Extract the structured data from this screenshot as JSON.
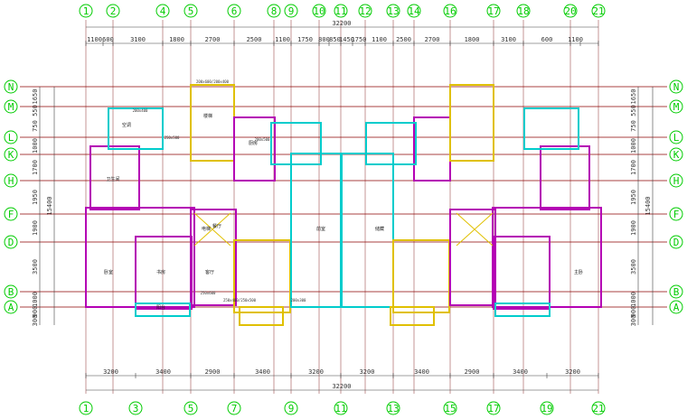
{
  "colors": {
    "grid_axis": "#00cc00",
    "grid_line_primary": "#8b0000",
    "grid_line_vertical": "#a05050",
    "wall_magenta": "#b400b4",
    "wall_cyan": "#00cccc",
    "wall_yellow": "#e0c000",
    "dimension_line": "#404040",
    "furniture": "#333333",
    "beam_tag": "#ff00ff"
  },
  "top_axes": [
    "1",
    "2",
    "4",
    "5",
    "6",
    "8",
    "9",
    "10",
    "11",
    "12",
    "13",
    "14",
    "16",
    "17",
    "18",
    "20",
    "21"
  ],
  "bottom_axes": [
    "1",
    "3",
    "5",
    "7",
    "9",
    "11",
    "13",
    "15",
    "17",
    "19",
    "21"
  ],
  "left_axes": [
    "N",
    "M",
    "L",
    "K",
    "H",
    "F",
    "D",
    "B",
    "A"
  ],
  "right_axes": [
    "N",
    "M",
    "L",
    "K",
    "H",
    "F",
    "D",
    "B",
    "A"
  ],
  "top_total": "32200",
  "bottom_total": "32200",
  "top_dims": [
    "1100",
    "600",
    "3100",
    "1800",
    "2700",
    "2500",
    "1100",
    "1750",
    "800",
    "850",
    "1450",
    "1750",
    "1100",
    "2500",
    "2700",
    "1800",
    "3100",
    "600",
    "1100"
  ],
  "bottom_dims": [
    "3200",
    "3400",
    "2900",
    "3400",
    "3200",
    "3200",
    "3400",
    "2900",
    "3400",
    "3200"
  ],
  "left_total": "15400",
  "right_total": "15400",
  "left_dims": [
    "1650",
    "550",
    "750",
    "1000",
    "1700",
    "1950",
    "1900",
    "3500",
    "1000",
    "900",
    "300"
  ],
  "right_dims": [
    "1650",
    "550",
    "750",
    "1000",
    "1700",
    "1950",
    "1900",
    "3500",
    "1000",
    "900",
    "300"
  ],
  "room_labels": [
    "卧室",
    "书房",
    "客厅",
    "餐厅",
    "厨房",
    "卫生间",
    "阳台",
    "主卧",
    "前室",
    "电梯",
    "楼梯",
    "空调",
    "储藏"
  ],
  "beam_labels": [
    "200x400",
    "250x500",
    "200x500",
    "250x600",
    "200x300",
    "250x400/250x500",
    "200x600/200x400"
  ]
}
